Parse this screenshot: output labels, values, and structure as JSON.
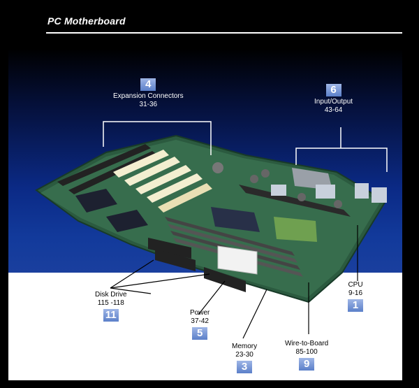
{
  "header": {
    "title": "PC Motherboard"
  },
  "callouts": {
    "expansion": {
      "number": "4",
      "label": "Expansion Connectors",
      "range": "31-36"
    },
    "io": {
      "number": "6",
      "label": "Input/Output",
      "range": "43-64"
    },
    "disk": {
      "number": "11",
      "label": "Disk Drive",
      "range": "115 -118"
    },
    "power": {
      "number": "5",
      "label": "Power",
      "range": "37-42"
    },
    "memory": {
      "number": "3",
      "label": "Memory",
      "range": "23-30"
    },
    "wire": {
      "number": "9",
      "label": "Wire-to-Board",
      "range": "85-100"
    },
    "cpu": {
      "number": "1",
      "label": "CPU",
      "range": "9-16"
    }
  }
}
